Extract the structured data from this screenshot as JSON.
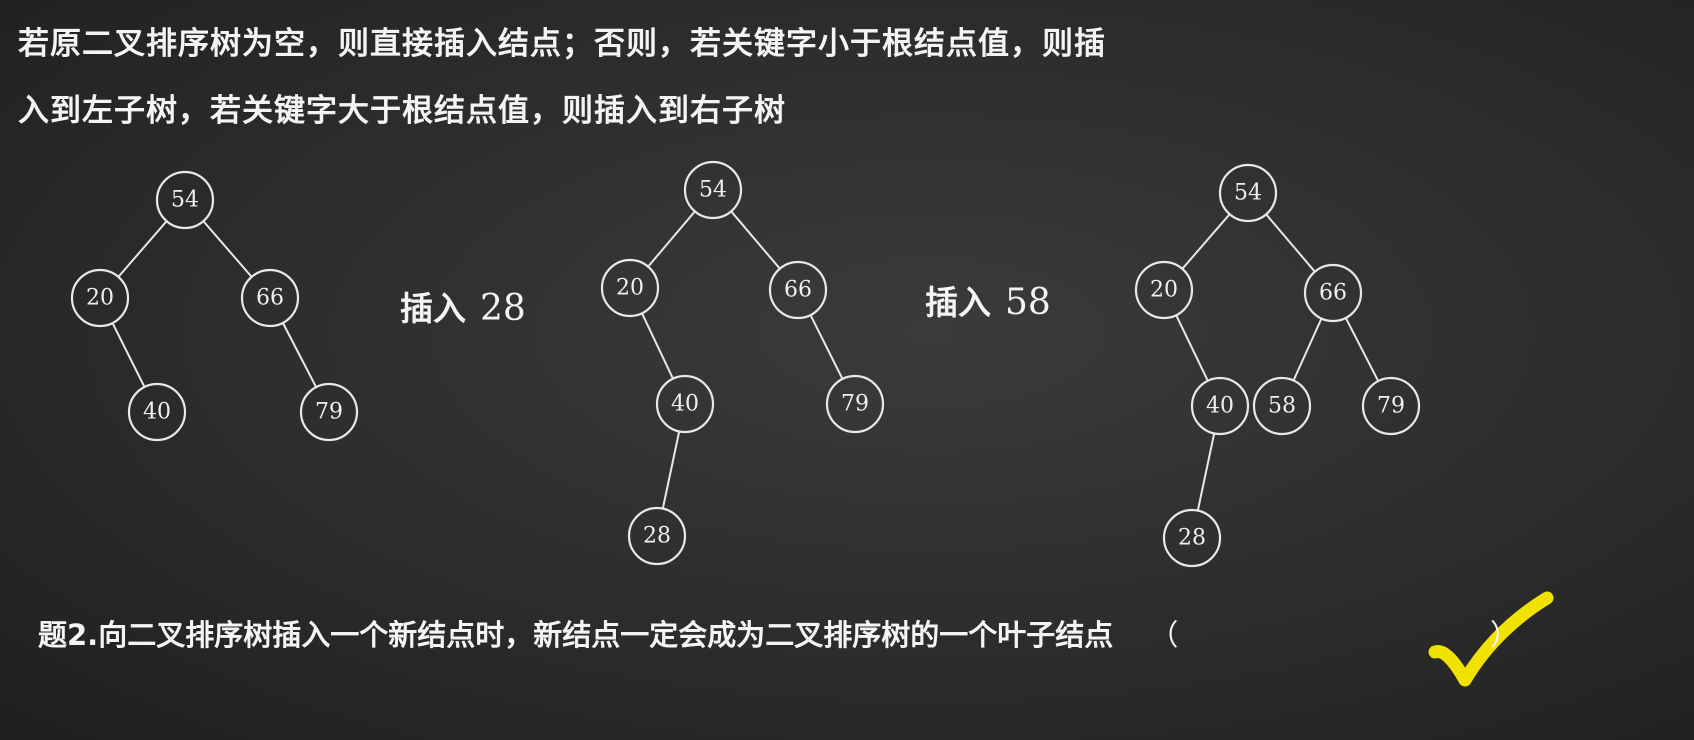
{
  "intro": {
    "line1": "若原二叉排序树为空，则直接插入结点；否则，若关键字小于根结点值，则插",
    "line2": "入到左子树，若关键字大于根结点值，则插入到右子树"
  },
  "trees": [
    {
      "nodes": [
        {
          "id": "n54",
          "label": "54"
        },
        {
          "id": "n20",
          "label": "20"
        },
        {
          "id": "n66",
          "label": "66"
        },
        {
          "id": "n40",
          "label": "40"
        },
        {
          "id": "n79",
          "label": "79"
        }
      ],
      "edges": [
        [
          "n54",
          "n20"
        ],
        [
          "n54",
          "n66"
        ],
        [
          "n20",
          "n40"
        ],
        [
          "n66",
          "n79"
        ]
      ]
    },
    {
      "nodes": [
        {
          "id": "n54",
          "label": "54"
        },
        {
          "id": "n20",
          "label": "20"
        },
        {
          "id": "n66",
          "label": "66"
        },
        {
          "id": "n40",
          "label": "40"
        },
        {
          "id": "n79",
          "label": "79"
        },
        {
          "id": "n28",
          "label": "28"
        }
      ],
      "edges": [
        [
          "n54",
          "n20"
        ],
        [
          "n54",
          "n66"
        ],
        [
          "n20",
          "n40"
        ],
        [
          "n66",
          "n79"
        ],
        [
          "n40",
          "n28"
        ]
      ]
    },
    {
      "nodes": [
        {
          "id": "n54",
          "label": "54"
        },
        {
          "id": "n20",
          "label": "20"
        },
        {
          "id": "n66",
          "label": "66"
        },
        {
          "id": "n40",
          "label": "40"
        },
        {
          "id": "n58",
          "label": "58"
        },
        {
          "id": "n79",
          "label": "79"
        },
        {
          "id": "n28",
          "label": "28"
        }
      ],
      "edges": [
        [
          "n54",
          "n20"
        ],
        [
          "n54",
          "n66"
        ],
        [
          "n20",
          "n40"
        ],
        [
          "n66",
          "n58"
        ],
        [
          "n66",
          "n79"
        ],
        [
          "n40",
          "n28"
        ]
      ]
    }
  ],
  "operations": [
    {
      "verb": "插入",
      "value": "28"
    },
    {
      "verb": "插入",
      "value": "58"
    }
  ],
  "question": {
    "text": "题2.向二叉排序树插入一个新结点时，新结点一定会成为二叉排序树的一个叶子结点",
    "paren_open": "（",
    "paren_close": "）"
  },
  "answer_mark": {
    "icon": "checkmark-icon",
    "color": "#f2e200"
  }
}
